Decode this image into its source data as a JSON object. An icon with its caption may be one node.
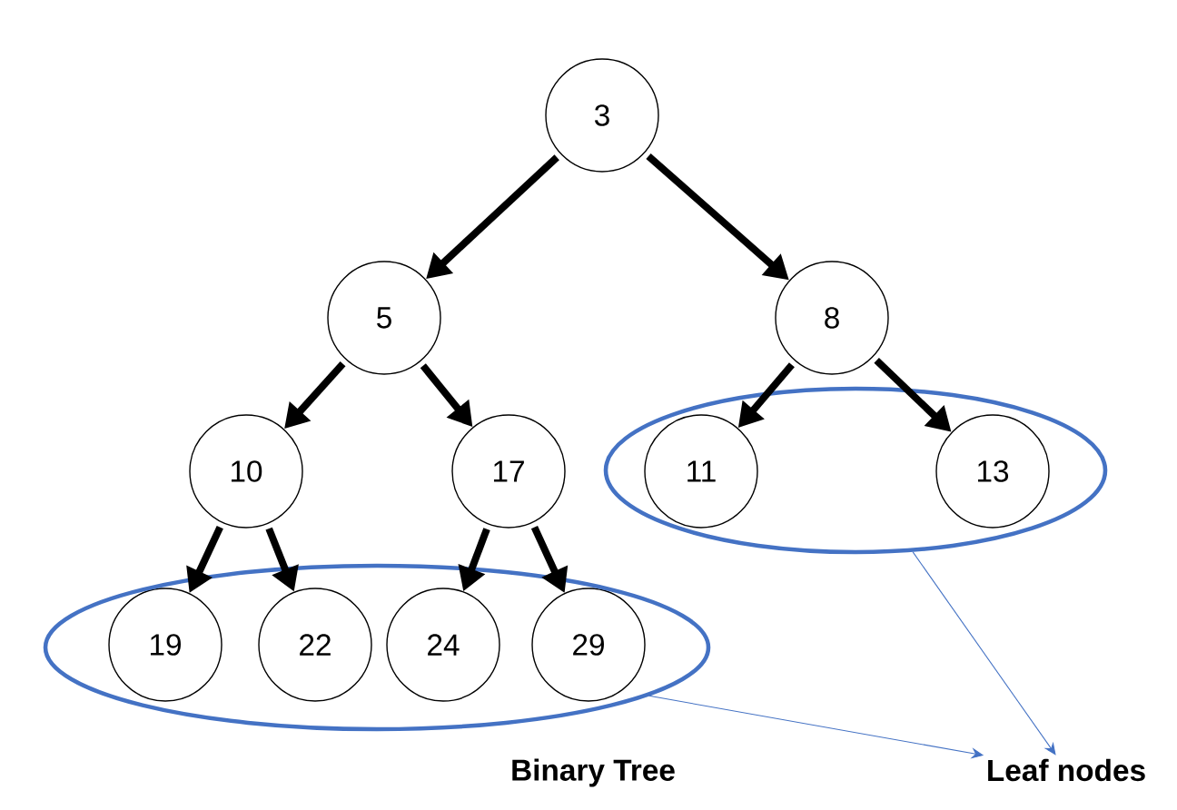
{
  "diagram": {
    "nodes": [
      {
        "text": [
          "3"
        ]
      },
      {
        "text": [
          "5"
        ]
      },
      {
        "text": [
          "8"
        ]
      },
      {
        "text": [
          "10"
        ]
      },
      {
        "text": [
          "17"
        ]
      },
      {
        "text": [],
        "shape": "ellipse"
      },
      {
        "text": [
          "11"
        ],
        "in": 5
      },
      {
        "text": [
          "13"
        ],
        "in": 5
      },
      {
        "text": [],
        "shape": "ellipse"
      },
      {
        "text": [
          "19"
        ],
        "in": 8
      },
      {
        "text": [
          "22"
        ],
        "in": 8
      },
      {
        "text": [
          "24"
        ],
        "in": 8
      },
      {
        "text": [
          "29"
        ],
        "in": 8
      },
      {
        "text": [
          "Leaf nodes"
        ]
      }
    ],
    "edges": [
      {
        "from": 0,
        "to": 1,
        "arrow": "to"
      },
      {
        "from": 0,
        "to": 2,
        "arrow": "to"
      },
      {
        "from": 1,
        "to": 3,
        "arrow": "to"
      },
      {
        "from": 1,
        "to": 4,
        "arrow": "to"
      },
      {
        "from": 2,
        "to": 6,
        "arrow": "to"
      },
      {
        "from": 2,
        "to": 7,
        "arrow": "to"
      },
      {
        "from": 3,
        "to": 9,
        "arrow": "to"
      },
      {
        "from": 3,
        "to": 10,
        "arrow": "to"
      },
      {
        "from": 4,
        "to": 11,
        "arrow": "to"
      },
      {
        "from": 4,
        "to": 12,
        "arrow": "to"
      },
      {
        "from": 8,
        "to": 13,
        "arrow": "to",
        "color": "#4472c4"
      },
      {
        "from": 5,
        "to": 13,
        "arrow": "to",
        "color": "#4472c4"
      }
    ],
    "labels": [
      "Binary Tree"
    ]
  }
}
